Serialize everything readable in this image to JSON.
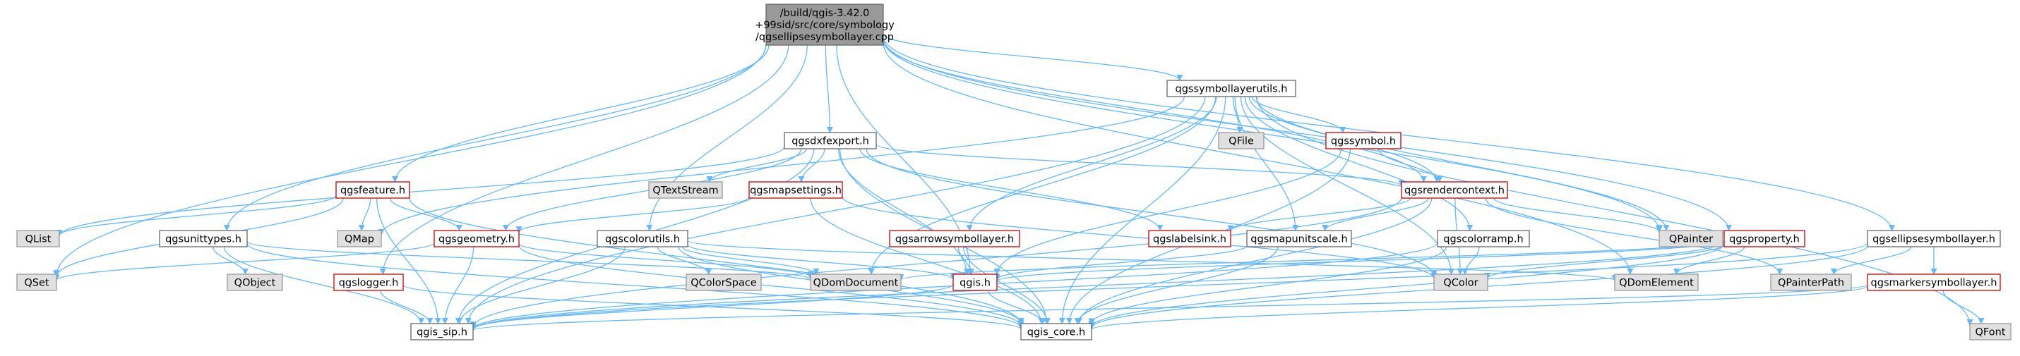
{
  "graph": {
    "root": {
      "lines": [
        "/build/qgis-3.42.0",
        "+99sid/src/core/symbology",
        "/qgsellipsesymbollayer.cpp"
      ]
    },
    "nodes": {
      "qgssymbollayerutils_h": {
        "label": "qgssymbollayerutils.h",
        "style": "normal"
      },
      "qgsdxfexport_h": {
        "label": "qgsdxfexport.h",
        "style": "normal"
      },
      "qgsfeature_h": {
        "label": "qgsfeature.h",
        "style": "red"
      },
      "qgsunittypes_h": {
        "label": "qgsunittypes.h",
        "style": "normal"
      },
      "qgscolorutils_h": {
        "label": "qgscolorutils.h",
        "style": "normal"
      },
      "qgslogger_h": {
        "label": "qgslogger.h",
        "style": "red"
      },
      "qgsproperty_h": {
        "label": "qgsproperty.h",
        "style": "red"
      },
      "qgsellipsesymbollayer_h": {
        "label": "qgsellipsesymbollayer.h",
        "style": "normal"
      },
      "qgssymbol_h": {
        "label": "qgssymbol.h",
        "style": "red"
      },
      "qgsrendercontext_h": {
        "label": "qgsrendercontext.h",
        "style": "red"
      },
      "qgsmapsettings_h": {
        "label": "qgsmapsettings.h",
        "style": "red"
      },
      "qgsgeometry_h": {
        "label": "qgsgeometry.h",
        "style": "red"
      },
      "qgsarrowsymbollayer_h": {
        "label": "qgsarrowsymbollayer.h",
        "style": "red"
      },
      "qgslabelsink_h": {
        "label": "qgslabelsink.h",
        "style": "red"
      },
      "qgsmapunitscale_h": {
        "label": "qgsmapunitscale.h",
        "style": "normal"
      },
      "qgscolorramp_h": {
        "label": "qgscolorramp.h",
        "style": "normal"
      },
      "qgsmarkersymbollayer_h": {
        "label": "qgsmarkersymbollayer.h",
        "style": "red"
      },
      "qgis_h": {
        "label": "qgis.h",
        "style": "red"
      },
      "qgis_sip_h": {
        "label": "qgis_sip.h",
        "style": "normal"
      },
      "qgis_core_h": {
        "label": "qgis_core.h",
        "style": "normal"
      },
      "QFile": {
        "label": "QFile",
        "style": "grey"
      },
      "QTextStream": {
        "label": "QTextStream",
        "style": "grey"
      },
      "QList": {
        "label": "QList",
        "style": "grey"
      },
      "QMap": {
        "label": "QMap",
        "style": "grey"
      },
      "QSet": {
        "label": "QSet",
        "style": "grey"
      },
      "QObject": {
        "label": "QObject",
        "style": "grey"
      },
      "QColorSpace": {
        "label": "QColorSpace",
        "style": "grey"
      },
      "QDomDocument": {
        "label": "QDomDocument",
        "style": "grey"
      },
      "QColor": {
        "label": "QColor",
        "style": "grey"
      },
      "QDomElement": {
        "label": "QDomElement",
        "style": "grey"
      },
      "QPainterPath": {
        "label": "QPainterPath",
        "style": "grey"
      },
      "QPainter": {
        "label": "QPainter",
        "style": "grey"
      },
      "QFont": {
        "label": "QFont",
        "style": "grey"
      }
    },
    "edges": [
      [
        "root",
        "qgssymbollayerutils_h"
      ],
      [
        "root",
        "qgsdxfexport_h"
      ],
      [
        "root",
        "qgsfeature_h"
      ],
      [
        "root",
        "qgsunittypes_h"
      ],
      [
        "root",
        "qgscolorutils_h"
      ],
      [
        "root",
        "qgslogger_h"
      ],
      [
        "root",
        "qgsproperty_h"
      ],
      [
        "root",
        "qgsellipsesymbollayer_h"
      ],
      [
        "root",
        "qgsrendercontext_h"
      ],
      [
        "root",
        "QSet"
      ],
      [
        "root",
        "qgis_h"
      ],
      [
        "root",
        "QPainter"
      ],
      [
        "root",
        "QDomElement"
      ],
      [
        "qgssymbollayerutils_h",
        "QFile"
      ],
      [
        "qgssymbollayerutils_h",
        "qgssymbol_h"
      ],
      [
        "qgssymbollayerutils_h",
        "qgsrendercontext_h"
      ],
      [
        "qgssymbollayerutils_h",
        "qgsarrowsymbollayer_h"
      ],
      [
        "qgssymbollayerutils_h",
        "qgsmapunitscale_h"
      ],
      [
        "qgssymbollayerutils_h",
        "qgscolorramp_h"
      ],
      [
        "qgssymbollayerutils_h",
        "QPainter"
      ],
      [
        "qgssymbollayerutils_h",
        "QFont"
      ],
      [
        "qgssymbollayerutils_h",
        "QMap"
      ],
      [
        "qgssymbollayerutils_h",
        "qgis_core_h"
      ],
      [
        "qgssymbollayerutils_h",
        "qgis_sip_h"
      ],
      [
        "qgssymbollayerutils_h",
        "QColor"
      ],
      [
        "qgssymbollayerutils_h",
        "QDomDocument"
      ],
      [
        "qgsdxfexport_h",
        "QTextStream"
      ],
      [
        "qgsdxfexport_h",
        "qgsmapsettings_h"
      ],
      [
        "qgsdxfexport_h",
        "qgsrendercontext_h"
      ],
      [
        "qgsdxfexport_h",
        "qgslabelsink_h"
      ],
      [
        "qgsdxfexport_h",
        "qgsgeometry_h"
      ],
      [
        "qgsdxfexport_h",
        "qgis_h"
      ],
      [
        "qgsdxfexport_h",
        "QList"
      ],
      [
        "qgsdxfexport_h",
        "QColor"
      ],
      [
        "qgsdxfexport_h",
        "qgis_core_h"
      ],
      [
        "qgsdxfexport_h",
        "qgis_sip_h"
      ],
      [
        "qgsfeature_h",
        "QList"
      ],
      [
        "qgsfeature_h",
        "QMap"
      ],
      [
        "qgsfeature_h",
        "QSet"
      ],
      [
        "qgsfeature_h",
        "qgsgeometry_h"
      ],
      [
        "qgsfeature_h",
        "qgis_sip_h"
      ],
      [
        "qgsfeature_h",
        "qgis_core_h"
      ],
      [
        "qgsunittypes_h",
        "QObject"
      ],
      [
        "qgsunittypes_h",
        "qgis_sip_h"
      ],
      [
        "qgsunittypes_h",
        "qgis_core_h"
      ],
      [
        "qgsunittypes_h",
        "QDomDocument"
      ],
      [
        "qgscolorutils_h",
        "QColorSpace"
      ],
      [
        "qgscolorutils_h",
        "QDomDocument"
      ],
      [
        "qgscolorutils_h",
        "QDomElement"
      ],
      [
        "qgscolorutils_h",
        "qgis_sip_h"
      ],
      [
        "qgscolorutils_h",
        "qgis_core_h"
      ],
      [
        "qgscolorutils_h",
        "qgis_h"
      ],
      [
        "qgslogger_h",
        "qgis_sip_h"
      ],
      [
        "qgslogger_h",
        "qgis_core_h"
      ],
      [
        "qgsproperty_h",
        "QColor"
      ],
      [
        "qgsproperty_h",
        "QDomElement"
      ],
      [
        "qgsproperty_h",
        "qgis_h"
      ],
      [
        "qgsproperty_h",
        "qgis_core_h"
      ],
      [
        "qgsproperty_h",
        "qgis_sip_h"
      ],
      [
        "qgsproperty_h",
        "QDomDocument"
      ],
      [
        "qgsellipsesymbollayer_h",
        "qgsmarkersymbollayer_h"
      ],
      [
        "qgsellipsesymbollayer_h",
        "QPainterPath"
      ],
      [
        "qgsellipsesymbollayer_h",
        "qgis_core_h"
      ],
      [
        "qgsellipsesymbollayer_h",
        "qgis_sip_h"
      ],
      [
        "qgssymbol_h",
        "qgsrendercontext_h"
      ],
      [
        "qgssymbol_h",
        "qgis_h"
      ],
      [
        "qgssymbol_h",
        "qgis_core_h"
      ],
      [
        "qgsrendercontext_h",
        "QPainter"
      ],
      [
        "qgsrendercontext_h",
        "qgslabelsink_h"
      ],
      [
        "qgsrendercontext_h",
        "qgsmapunitscale_h"
      ],
      [
        "qgsrendercontext_h",
        "QColor"
      ],
      [
        "qgsrendercontext_h",
        "QPainterPath"
      ],
      [
        "qgsrendercontext_h",
        "qgis_sip_h"
      ],
      [
        "qgsrendercontext_h",
        "qgis_core_h"
      ],
      [
        "qgsmapsettings_h",
        "qgsgeometry_h"
      ],
      [
        "qgsmapsettings_h",
        "QColor"
      ],
      [
        "qgsmapsettings_h",
        "qgis_core_h"
      ],
      [
        "qgsgeometry_h",
        "QSet"
      ],
      [
        "qgsgeometry_h",
        "qgis_sip_h"
      ],
      [
        "qgsgeometry_h",
        "qgis_core_h"
      ],
      [
        "qgsgeometry_h",
        "QDomDocument"
      ],
      [
        "qgsarrowsymbollayer_h",
        "qgis_h"
      ],
      [
        "qgsarrowsymbollayer_h",
        "qgis_core_h"
      ],
      [
        "qgsmapunitscale_h",
        "qgis_h"
      ],
      [
        "qgsmapunitscale_h",
        "qgis_core_h"
      ],
      [
        "qgscolorramp_h",
        "QColor"
      ],
      [
        "qgscolorramp_h",
        "qgis_core_h"
      ],
      [
        "qgscolorramp_h",
        "qgis_sip_h"
      ],
      [
        "qgsmarkersymbollayer_h",
        "QFont"
      ],
      [
        "qgsmarkersymbollayer_h",
        "qgis_core_h"
      ],
      [
        "qgsmarkersymbollayer_h",
        "qgis_sip_h"
      ],
      [
        "qgis_h",
        "qgis_sip_h"
      ],
      [
        "qgis_h",
        "qgis_core_h"
      ]
    ]
  },
  "colors": {
    "edge": "#63b8ff",
    "node_border": "#666666",
    "node_fill": "#ffffff",
    "red_border": "#cc0000",
    "grey_fill": "#e0e0e0",
    "grey_border": "#999999",
    "grey_text": "#555555",
    "root_fill": "#999999",
    "root_border": "#666666"
  }
}
